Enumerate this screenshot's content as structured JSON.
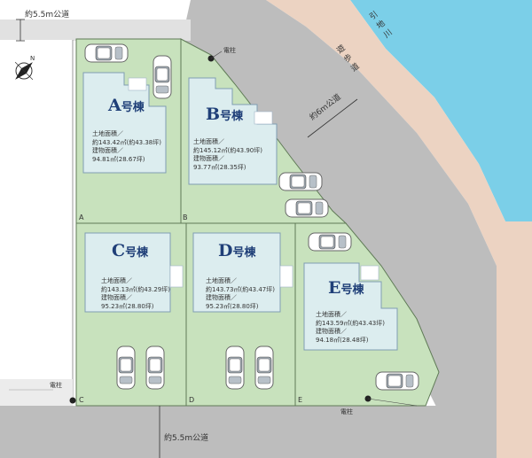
{
  "roads": {
    "top_road": "約5.5m公道",
    "bottom_road": "約5.5m公道",
    "diagonal_road": "約6m公道",
    "walkway": "遊歩道",
    "river": "引地川"
  },
  "utility_pole": "電柱",
  "compass_label": "N",
  "houses": [
    {
      "id": "A",
      "name": "A",
      "suffix": "号棟",
      "area_title": "土地面積／",
      "land_area": "約143.42㎡(約43.38坪)",
      "bldg_title": "建物面積／",
      "building_area": "94.81㎡(28.67坪)"
    },
    {
      "id": "B",
      "name": "B",
      "suffix": "号棟",
      "area_title": "土地面積／",
      "land_area": "約145.12㎡(約43.90坪)",
      "bldg_title": "建物面積／",
      "building_area": "93.77㎡(28.35坪)"
    },
    {
      "id": "C",
      "name": "C",
      "suffix": "号棟",
      "area_title": "土地面積／",
      "land_area": "約143.13㎡(約43.29坪)",
      "bldg_title": "建物面積／",
      "building_area": "95.23㎡(28.80坪)"
    },
    {
      "id": "D",
      "name": "D",
      "suffix": "号棟",
      "area_title": "土地面積／",
      "land_area": "約143.73㎡(約43.47坪)",
      "bldg_title": "建物面積／",
      "building_area": "95.23㎡(28.80坪)"
    },
    {
      "id": "E",
      "name": "E",
      "suffix": "号棟",
      "area_title": "土地面積／",
      "land_area": "約143.59㎡(約43.43坪)",
      "bldg_title": "建物面積／",
      "building_area": "94.18㎡(28.48坪)"
    }
  ],
  "lot_letters": [
    "A",
    "B",
    "C",
    "D",
    "E"
  ],
  "colors": {
    "lot": "#c8e2bd",
    "house": "#dcedef",
    "house_border": "#7f9db3",
    "road": "#bdbdbd",
    "river": "#7bcfe8",
    "walkway": "#ecd3c2",
    "lot_border": "#5f7a56"
  }
}
